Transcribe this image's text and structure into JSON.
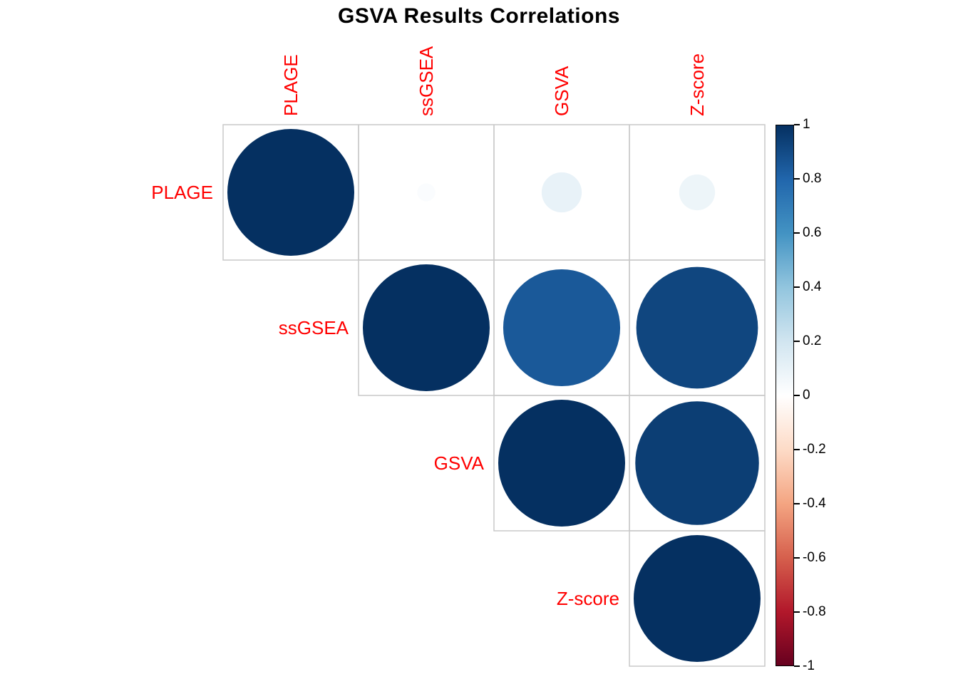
{
  "chart_data": {
    "type": "heatmap",
    "subtype": "correlation-matrix-circles",
    "title": "GSVA Results Correlations",
    "matrix_layout": "upper-triangle",
    "variables": [
      "PLAGE",
      "ssGSEA",
      "GSVA",
      "Z-score"
    ],
    "label_color": "#ff0000",
    "grid_color": "#c9c9c9",
    "correlations": [
      {
        "row": "PLAGE",
        "col": "PLAGE",
        "r": 1.0
      },
      {
        "row": "PLAGE",
        "col": "ssGSEA",
        "r": 0.02
      },
      {
        "row": "PLAGE",
        "col": "GSVA",
        "r": 0.1
      },
      {
        "row": "PLAGE",
        "col": "Z-score",
        "r": 0.08
      },
      {
        "row": "ssGSEA",
        "col": "ssGSEA",
        "r": 1.0
      },
      {
        "row": "ssGSEA",
        "col": "GSVA",
        "r": 0.85
      },
      {
        "row": "ssGSEA",
        "col": "Z-score",
        "r": 0.92
      },
      {
        "row": "GSVA",
        "col": "GSVA",
        "r": 1.0
      },
      {
        "row": "GSVA",
        "col": "Z-score",
        "r": 0.95
      },
      {
        "row": "Z-score",
        "col": "Z-score",
        "r": 1.0
      }
    ],
    "colorbar": {
      "range": [
        -1,
        1
      ],
      "ticks": [
        "1",
        "0.8",
        "0.6",
        "0.4",
        "0.2",
        "0",
        "-0.2",
        "-0.4",
        "-0.6",
        "-0.8",
        "-1"
      ],
      "palette_name": "RdBu",
      "stops": [
        {
          "v": -1.0,
          "c": "#67001F"
        },
        {
          "v": -0.8,
          "c": "#B2182B"
        },
        {
          "v": -0.6,
          "c": "#D6604D"
        },
        {
          "v": -0.4,
          "c": "#F4A582"
        },
        {
          "v": -0.2,
          "c": "#FDDBC7"
        },
        {
          "v": 0.0,
          "c": "#FFFFFF"
        },
        {
          "v": 0.2,
          "c": "#D1E5F0"
        },
        {
          "v": 0.4,
          "c": "#92C5DE"
        },
        {
          "v": 0.6,
          "c": "#4393C3"
        },
        {
          "v": 0.8,
          "c": "#2166AC"
        },
        {
          "v": 1.0,
          "c": "#053061"
        }
      ]
    }
  }
}
